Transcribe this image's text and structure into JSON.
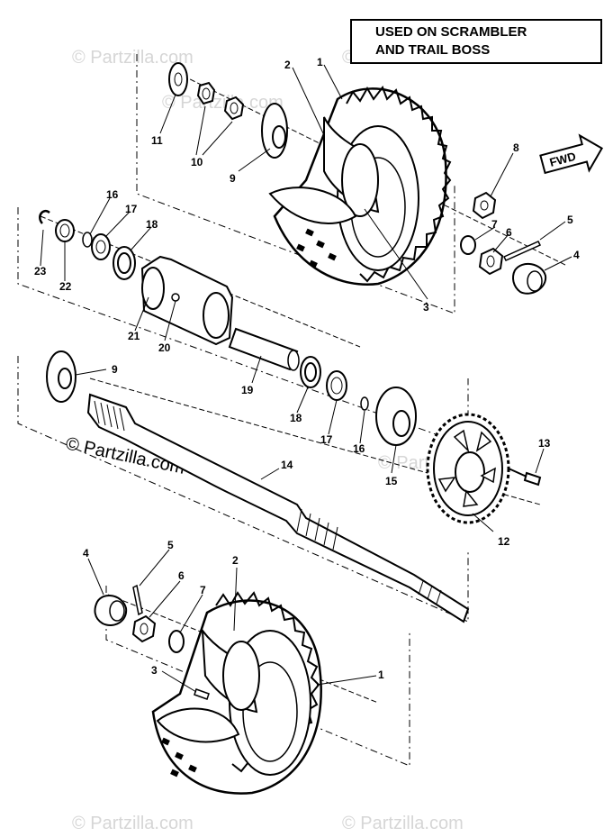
{
  "title_box": {
    "line1": "USED ON SCRAMBLER",
    "line2": "AND TRAIL BOSS"
  },
  "fwd_label": "FWD",
  "watermark": "© Partzilla.com",
  "callouts": {
    "n1_top": "1",
    "n2_top": "2",
    "n3_top": "3",
    "n4_top": "4",
    "n5_top": "5",
    "n6_top": "6",
    "n7_top": "7",
    "n8": "8",
    "n9_top": "9",
    "n10": "10",
    "n11": "11",
    "n16_top": "16",
    "n17_top": "17",
    "n18_top": "18",
    "n20": "20",
    "n21": "21",
    "n22": "22",
    "n23": "23",
    "n9_mid": "9",
    "n19": "19",
    "n18_mid": "18",
    "n17_mid": "17",
    "n16_mid": "16",
    "n15": "15",
    "n13": "13",
    "n12": "12",
    "n14": "14",
    "n4_bot": "4",
    "n5_bot": "5",
    "n6_bot": "6",
    "n7_bot": "7",
    "n2_bot": "2",
    "n3_bot": "3",
    "n1_bot": "1"
  },
  "colors": {
    "ink": "#000000",
    "paper": "#ffffff",
    "watermark": "#d6d6d6"
  }
}
